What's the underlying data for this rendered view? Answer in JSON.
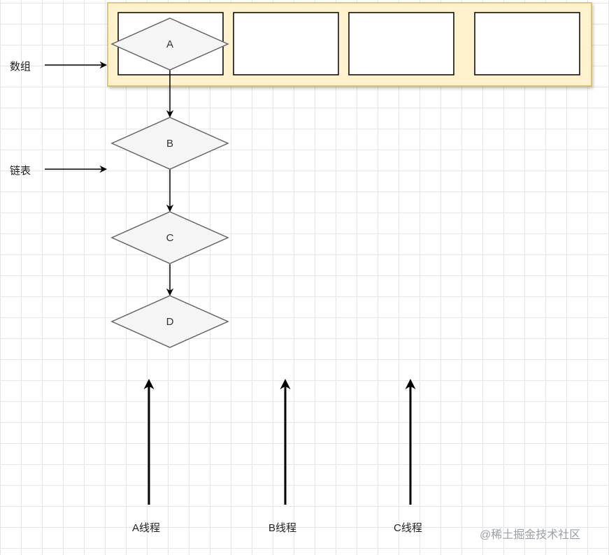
{
  "labels": {
    "array": "数组",
    "linked_list": "链表"
  },
  "nodes": [
    "A",
    "B",
    "C",
    "D"
  ],
  "threads": [
    "A线程",
    "B线程",
    "C线程"
  ],
  "watermark": "@稀土掘金技术社区",
  "colors": {
    "array_fill": "#fff2cc",
    "array_stroke": "#d6b656",
    "node_fill": "#f5f5f5",
    "node_stroke": "#666666",
    "arrow": "#000000"
  }
}
